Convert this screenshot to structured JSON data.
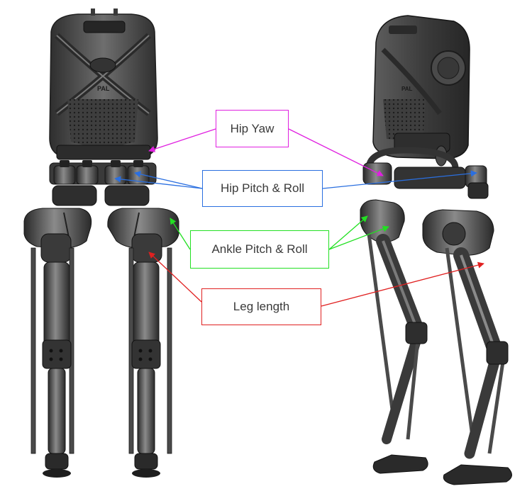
{
  "labels": {
    "hip_yaw": "Hip Yaw",
    "hip_pitch_roll": "Hip Pitch & Roll",
    "ankle_pitch_roll": "Ankle Pitch & Roll",
    "leg_length": "Leg length"
  },
  "colors": {
    "hip_yaw": "#e020e0",
    "hip_pitch_roll": "#2a6fe0",
    "ankle_pitch_roll": "#22e022",
    "leg_length": "#e02020",
    "robot_dark": "#3c3c3c",
    "robot_mid": "#6a6a6a",
    "robot_light": "#9a9a9a"
  },
  "images": {
    "front_view": "robot-front-view",
    "three_quarter_view": "robot-three-quarter-view"
  }
}
